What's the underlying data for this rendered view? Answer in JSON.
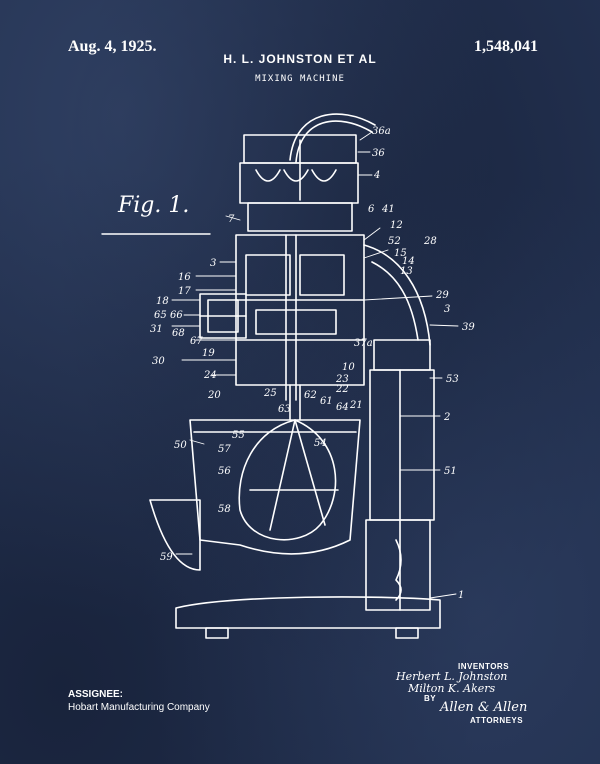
{
  "header": {
    "date": "Aug. 4, 1925.",
    "inventor": "H. L. JOHNSTON ET AL",
    "patent_number": "1,548,041",
    "title": "MIXING MACHINE"
  },
  "figure": {
    "label": "Fig. 1.",
    "reference_numerals": [
      "36a",
      "36",
      "4",
      "6",
      "41",
      "12",
      "7",
      "52",
      "28",
      "15",
      "14",
      "13",
      "16",
      "3",
      "17",
      "18",
      "65",
      "66",
      "31",
      "68",
      "67",
      "19",
      "30",
      "24",
      "29",
      "3",
      "39",
      "37a",
      "10",
      "23",
      "22",
      "20",
      "25",
      "62",
      "63",
      "61",
      "64",
      "21",
      "53",
      "2",
      "55",
      "54",
      "50",
      "57",
      "56",
      "51",
      "58",
      "59",
      "1"
    ]
  },
  "footer": {
    "assignee_label": "ASSIGNEE:",
    "assignee_name": "Hobart Manufacturing Company",
    "inventors_label": "INVENTORS",
    "inventor_signature_1": "Herbert L. Johnston",
    "inventor_signature_2": "Milton K. Akers",
    "by_label": "BY",
    "attorney_signature": "Allen & Allen",
    "attorneys_label": "ATTORNEYS"
  }
}
